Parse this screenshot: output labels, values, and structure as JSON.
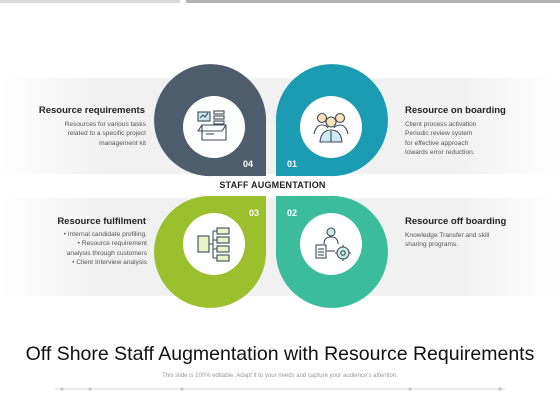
{
  "diagram": {
    "center_label": "STAFF AUGMENTATION",
    "colors": {
      "petal_01": "#1b9cb3",
      "petal_02": "#3bbd9b",
      "petal_03": "#9bbf2d",
      "petal_04": "#4e5d6c"
    },
    "petals": [
      {
        "number": "01",
        "title": "Resource on boarding",
        "lines": [
          "Client process activation",
          "Periodic review system",
          "for effective approach",
          "towards error reduction."
        ],
        "icon": "team-icon"
      },
      {
        "number": "02",
        "title": "Resource off boarding",
        "lines": [
          "Knowledge Transfer and skill",
          "sharing programs."
        ],
        "icon": "settings-person-icon"
      },
      {
        "number": "03",
        "title": "Resource fulfilment",
        "lines": [
          "•  Internal candidate profiling.",
          "•  Resource requirement",
          "analysis through customers",
          "•  Client Interview analysis"
        ],
        "icon": "hierarchy-icon"
      },
      {
        "number": "04",
        "title": "Resource requirements",
        "lines": [
          "Resources for various tasks",
          "related to a specific project",
          "management kit"
        ],
        "icon": "resource-box-icon"
      }
    ]
  },
  "footer": {
    "title": "Off Shore Staff Augmentation  with Resource Requirements",
    "subtitle": "This slide is 100% editable. Adapt it to your needs and capture your audience's attention."
  }
}
